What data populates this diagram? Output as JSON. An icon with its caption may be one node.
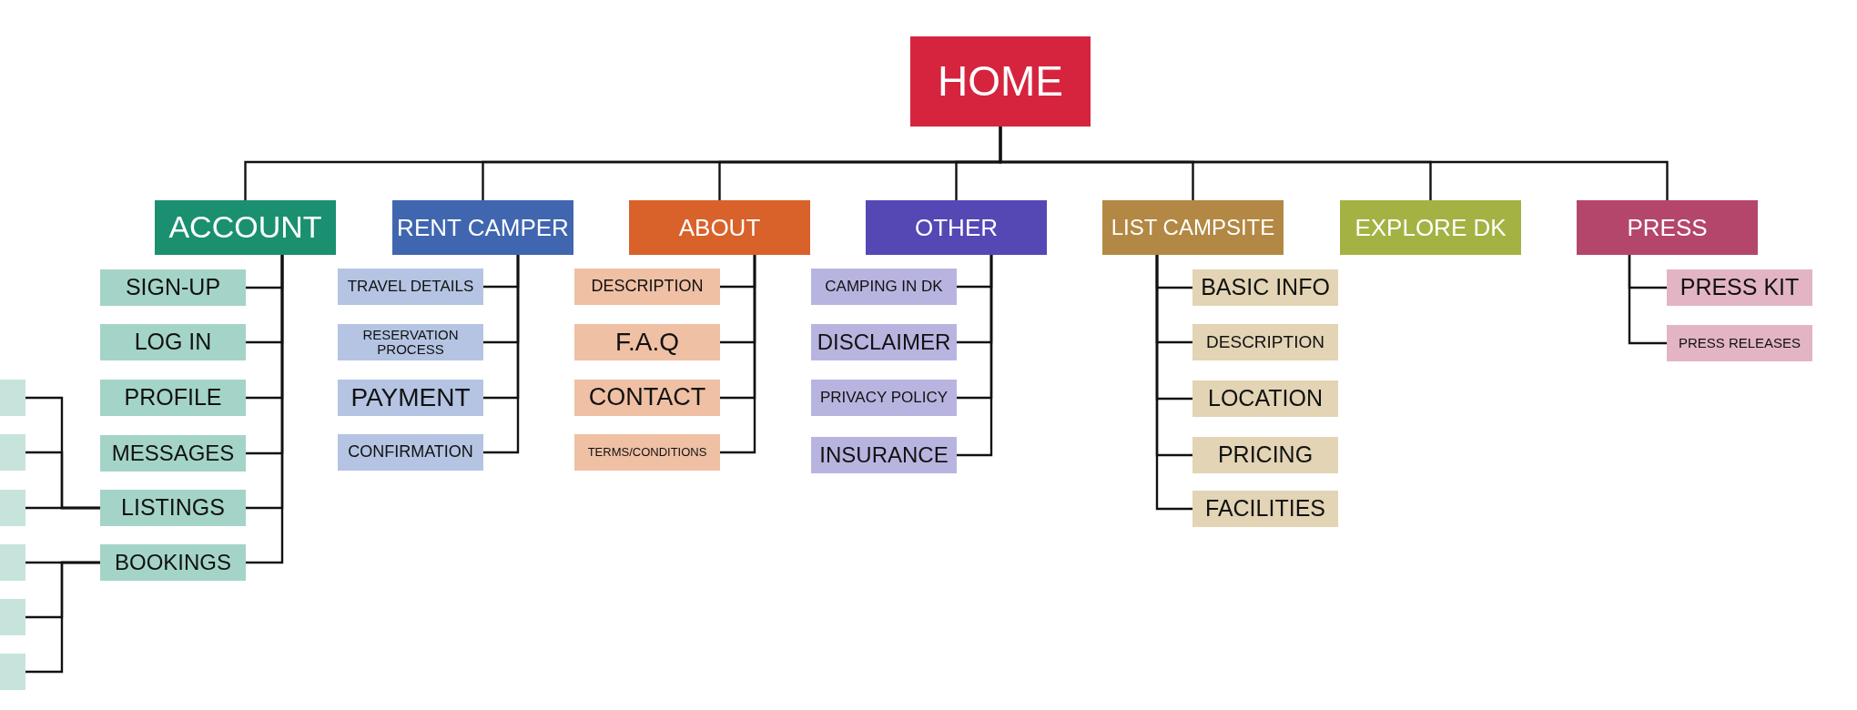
{
  "diagram": {
    "nodes": [
      {
        "text": [
          "HOME"
        ]
      },
      {
        "text": [
          "ACCOUNT"
        ]
      },
      {
        "text": [
          "RENT CAMPER"
        ]
      },
      {
        "text": [
          "ABOUT"
        ]
      },
      {
        "text": [
          "OTHER"
        ]
      },
      {
        "text": [
          "LIST CAMPSITE"
        ]
      },
      {
        "text": [
          "EXPLORE DK"
        ]
      },
      {
        "text": [
          "PRESS"
        ]
      },
      {
        "text": [
          "SIGN-UP"
        ]
      },
      {
        "text": [
          "LOG IN"
        ]
      },
      {
        "text": [
          "PROFILE"
        ]
      },
      {
        "text": [
          "MESSAGES"
        ]
      },
      {
        "text": [
          "LISTINGS"
        ]
      },
      {
        "text": [
          "BOOKINGS"
        ]
      },
      {
        "text": [
          "TRAVEL DETAILS"
        ]
      },
      {
        "text": [
          "RESERVATION PROCESS"
        ]
      },
      {
        "text": [
          "PAYMENT"
        ]
      },
      {
        "text": [
          "CONFIRMATION"
        ]
      },
      {
        "text": [
          "DESCRIPTION"
        ]
      },
      {
        "text": [
          "F.A.Q"
        ]
      },
      {
        "text": [
          "CONTACT"
        ]
      },
      {
        "text": [
          "TERMS/CONDITIONS"
        ]
      },
      {
        "text": [
          "CAMPING IN DK"
        ]
      },
      {
        "text": [
          "DISCLAIMER"
        ]
      },
      {
        "text": [
          "PRIVACY POLICY"
        ]
      },
      {
        "text": [
          "INSURANCE"
        ]
      },
      {
        "text": [
          "BASIC INFO"
        ]
      },
      {
        "text": [
          "DESCRIPTION"
        ]
      },
      {
        "text": [
          "LOCATION"
        ]
      },
      {
        "text": [
          "PRICING"
        ]
      },
      {
        "text": [
          "FACILITIES"
        ]
      },
      {
        "text": [
          "PRESS KIT"
        ]
      },
      {
        "text": [
          "PRESS RELEASES"
        ]
      },
      {
        "text": [],
        "shape": "box"
      },
      {
        "text": [],
        "shape": "box"
      },
      {
        "text": [],
        "shape": "box"
      },
      {
        "text": [],
        "shape": "box"
      },
      {
        "text": [],
        "shape": "box"
      },
      {
        "text": [],
        "shape": "box"
      }
    ],
    "edges": [
      {
        "from": 0,
        "to": 1,
        "arrow": "none"
      },
      {
        "from": 0,
        "to": 2,
        "arrow": "none"
      },
      {
        "from": 0,
        "to": 3,
        "arrow": "none"
      },
      {
        "from": 0,
        "to": 4,
        "arrow": "none"
      },
      {
        "from": 0,
        "to": 5,
        "arrow": "none"
      },
      {
        "from": 0,
        "to": 6,
        "arrow": "none"
      },
      {
        "from": 0,
        "to": 7,
        "arrow": "none"
      },
      {
        "from": 1,
        "to": 8,
        "arrow": "none"
      },
      {
        "from": 1,
        "to": 9,
        "arrow": "none"
      },
      {
        "from": 1,
        "to": 10,
        "arrow": "none"
      },
      {
        "from": 1,
        "to": 11,
        "arrow": "none"
      },
      {
        "from": 1,
        "to": 12,
        "arrow": "none"
      },
      {
        "from": 1,
        "to": 13,
        "arrow": "none"
      },
      {
        "from": 2,
        "to": 14,
        "arrow": "none"
      },
      {
        "from": 2,
        "to": 15,
        "arrow": "none"
      },
      {
        "from": 2,
        "to": 16,
        "arrow": "none"
      },
      {
        "from": 2,
        "to": 17,
        "arrow": "none"
      },
      {
        "from": 3,
        "to": 18,
        "arrow": "none"
      },
      {
        "from": 3,
        "to": 19,
        "arrow": "none"
      },
      {
        "from": 3,
        "to": 20,
        "arrow": "none"
      },
      {
        "from": 3,
        "to": 21,
        "arrow": "none"
      },
      {
        "from": 4,
        "to": 22,
        "arrow": "none"
      },
      {
        "from": 4,
        "to": 23,
        "arrow": "none"
      },
      {
        "from": 4,
        "to": 24,
        "arrow": "none"
      },
      {
        "from": 4,
        "to": 25,
        "arrow": "none"
      },
      {
        "from": 5,
        "to": 26,
        "arrow": "none"
      },
      {
        "from": 5,
        "to": 27,
        "arrow": "none"
      },
      {
        "from": 5,
        "to": 28,
        "arrow": "none"
      },
      {
        "from": 5,
        "to": 29,
        "arrow": "none"
      },
      {
        "from": 5,
        "to": 30,
        "arrow": "none"
      },
      {
        "from": 7,
        "to": 31,
        "arrow": "none"
      },
      {
        "from": 7,
        "to": 32,
        "arrow": "none"
      },
      {
        "from": 12,
        "to": 33,
        "arrow": "none"
      },
      {
        "from": 12,
        "to": 34,
        "arrow": "none"
      },
      {
        "from": 12,
        "to": 35,
        "arrow": "none"
      },
      {
        "from": 13,
        "to": 36,
        "arrow": "none"
      },
      {
        "from": 13,
        "to": 37,
        "arrow": "none"
      },
      {
        "from": 13,
        "to": 38,
        "arrow": "none"
      }
    ]
  }
}
